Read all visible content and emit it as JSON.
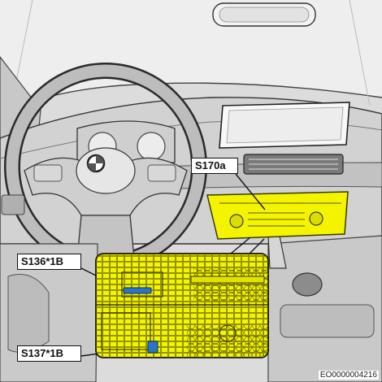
{
  "callouts": {
    "s170a": "S170a",
    "s136": "S136*1B",
    "s137": "S137*1B"
  },
  "document_id": "EO0000004216",
  "colors": {
    "highlight": "#f4f400",
    "connector": "#2a74c9",
    "outline": "#111111",
    "interior_light": "#e4e4e4",
    "interior_dark": "#9a9a9a"
  }
}
